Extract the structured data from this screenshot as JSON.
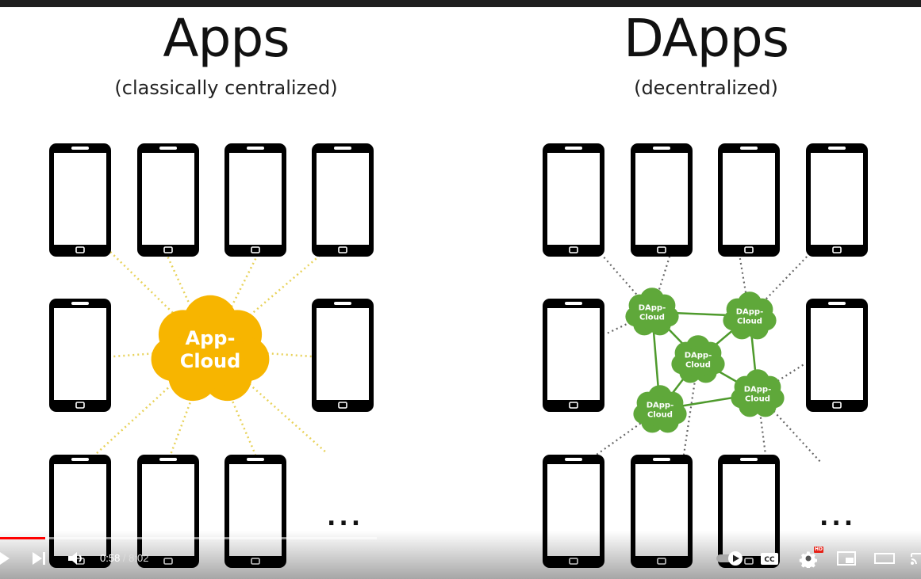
{
  "slide": {
    "left_title": "Apps",
    "left_subtitle": "(classically centralized)",
    "right_title": "DApps",
    "right_subtitle": "(decentralized)",
    "central_cloud": [
      "App-",
      "Cloud"
    ],
    "dapp_cloud": [
      "DApp-",
      "Cloud"
    ],
    "more_left": "...",
    "more_right": "...",
    "colors": {
      "central_cloud": "#f7b500",
      "dapp_cloud": "#5fa83a",
      "dapp_link": "#4e9a2c"
    }
  },
  "player": {
    "time_current": "0:58",
    "time_separator": " / ",
    "time_total": "8:02",
    "progress_fraction": 0.12,
    "hd_badge": "HD",
    "cc_label": "CC",
    "icons": [
      "play-icon",
      "next-icon",
      "volume-icon",
      "autoplay-toggle-icon",
      "captions-icon",
      "settings-icon",
      "miniplayer-icon",
      "theater-mode-icon",
      "cast-icon"
    ]
  }
}
